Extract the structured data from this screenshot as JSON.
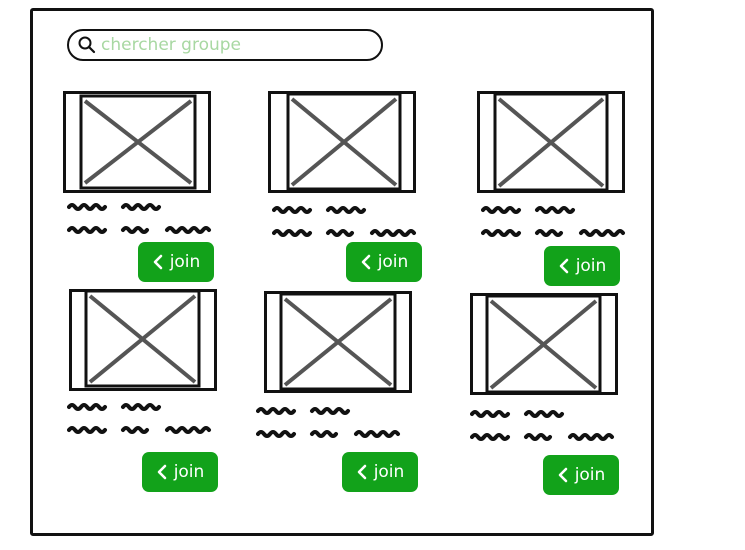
{
  "search": {
    "placeholder": "chercher groupe",
    "icon": "search-icon"
  },
  "groups": [
    {
      "join_label": "join",
      "icon": "chevron-left-icon"
    },
    {
      "join_label": "join",
      "icon": "chevron-left-icon"
    },
    {
      "join_label": "join",
      "icon": "chevron-left-icon"
    },
    {
      "join_label": "join",
      "icon": "chevron-left-icon"
    },
    {
      "join_label": "join",
      "icon": "chevron-left-icon"
    },
    {
      "join_label": "join",
      "icon": "chevron-left-icon"
    }
  ],
  "colors": {
    "button": "#12a21a",
    "placeholder": "#a8d8a2",
    "stroke": "#111111",
    "image_cross": "#555555"
  }
}
